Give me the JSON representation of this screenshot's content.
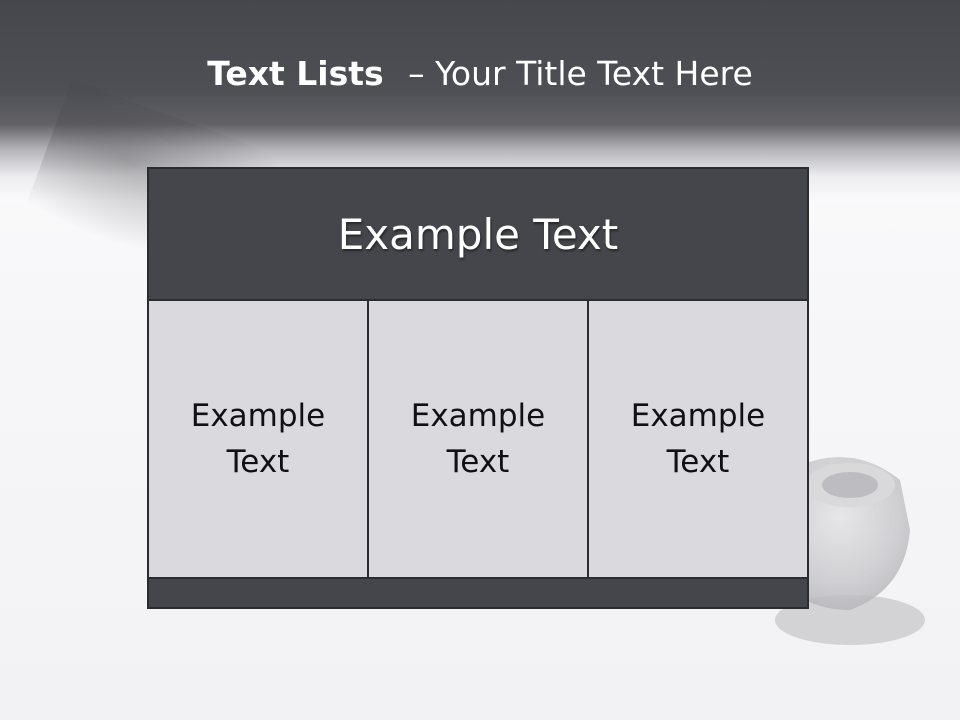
{
  "slide": {
    "title_bold": "Text Lists",
    "title_dash": "–",
    "title_rest": "Your Title Text Here"
  },
  "table": {
    "header": "Example Text",
    "columns": [
      {
        "text": "Example Text"
      },
      {
        "text": "Example Text"
      },
      {
        "text": "Example Text"
      }
    ]
  },
  "colors": {
    "header_band": "#4e4f54",
    "table_dark": "#45464b",
    "table_cell": "#dadade",
    "border": "#2b2c30"
  }
}
